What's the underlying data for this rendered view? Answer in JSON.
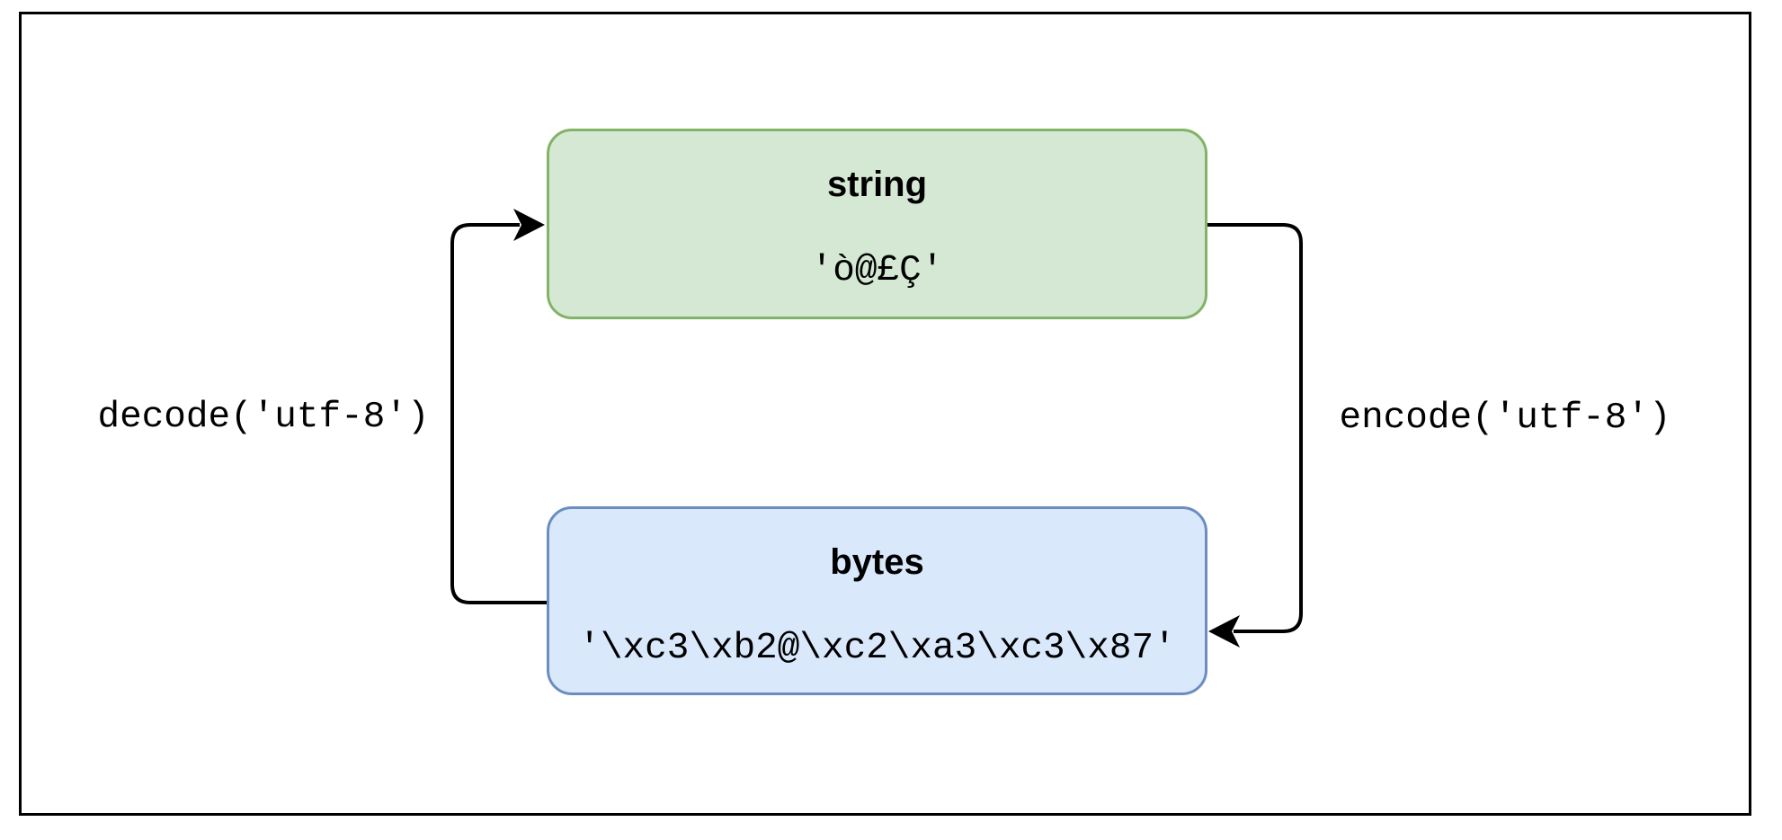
{
  "frame": {
    "background": "#ffffff",
    "border_color": "#000000"
  },
  "nodes": {
    "string": {
      "title": "string",
      "value": "'ò@£Ç'",
      "fill": "#d5e8d4",
      "stroke": "#82b366"
    },
    "bytes": {
      "title": "bytes",
      "value": "'\\xc3\\xb2@\\xc2\\xa3\\xc3\\x87'",
      "fill": "#dae8fc",
      "stroke": "#6c8ebf"
    }
  },
  "edges": {
    "decode": {
      "label": "decode('utf-8')",
      "color": "#000000",
      "from": "bytes",
      "to": "string"
    },
    "encode": {
      "label": "encode('utf-8')",
      "color": "#000000",
      "from": "string",
      "to": "bytes"
    }
  }
}
